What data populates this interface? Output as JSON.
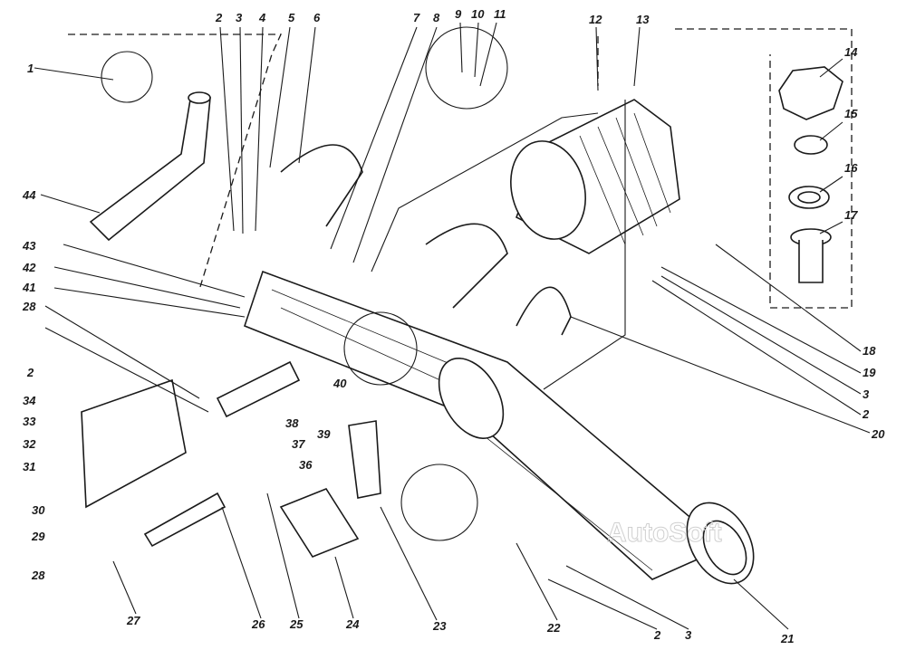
{
  "watermark": "AutoSoft",
  "labels": [
    "1",
    "2",
    "3",
    "4",
    "5",
    "6",
    "7",
    "8",
    "9",
    "10",
    "11",
    "12",
    "13",
    "14",
    "15",
    "16",
    "17",
    "18",
    "19",
    "3",
    "2",
    "20",
    "21",
    "3",
    "2",
    "22",
    "23",
    "24",
    "25",
    "26",
    "27",
    "28",
    "29",
    "30",
    "31",
    "32",
    "33",
    "34",
    "2",
    "28",
    "41",
    "42",
    "43",
    "44",
    "36",
    "37",
    "38",
    "39",
    "40"
  ]
}
